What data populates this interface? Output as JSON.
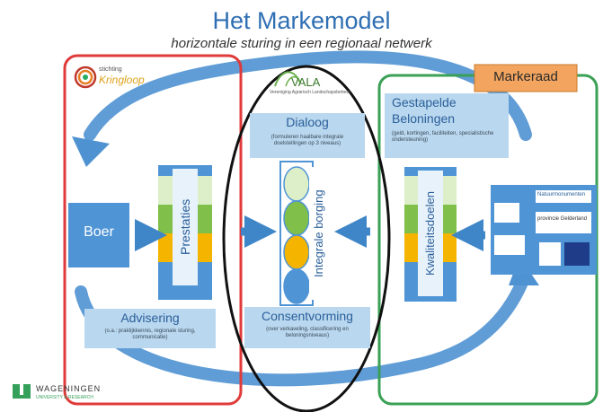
{
  "title": "Het Markemodel",
  "subtitle": "horizontale sturing in een regionaal netwerk",
  "logos": {
    "kringloop_top": "stichting",
    "kringloop_name": "Kringloop",
    "vala": "VALA",
    "vala_sub": "Vereniging Agrarisch Landschapsbeheer",
    "wageningen": "WAGENINGEN",
    "wageningen_sub": "UNIVERSITY & RESEARCH",
    "partner_1": "Natuurmonumenten",
    "partner_2": "provincie Gelderland"
  },
  "nodes": {
    "boer": "Boer",
    "prestaties": "Prestaties",
    "advisering": "Advisering",
    "advisering_sub": "(o.a.: praktijkkennis, regionale sturing, communicatie)",
    "dialoog": "Dialoog",
    "dialoog_sub": "(formuleren haalbare integrale doelstellingen op 3 niveaus)",
    "integrale_borging": "Integrale borging",
    "consentvorming": "Consentvorming",
    "consentvorming_sub": "(over verkaveling, classificering en beloningsniveaus)",
    "gestapelde_beloningen_1": "Gestapelde",
    "gestapelde_beloningen_2": "Beloningen",
    "gestapelde_sub": "(geld, kortingen, faciliteiten, specialistische ondersteuning)",
    "kwaliteitsdoelen": "Kwaliteitsdoelen",
    "markeraad": "Markeraad"
  },
  "colors": {
    "title_blue": "#2f6fb3",
    "light_blue": "#b9d7ee",
    "mid_blue": "#4f95d6",
    "arrow_blue": "#3f86c8",
    "red_frame": "#e03a3a",
    "green_frame": "#3aa055",
    "black_ellipse": "#111111",
    "layer_green": "#7fbf4a",
    "layer_yellow": "#f4b400",
    "layer_pale": "#dcefc8",
    "markeraad_fill": "#f3a55f"
  }
}
